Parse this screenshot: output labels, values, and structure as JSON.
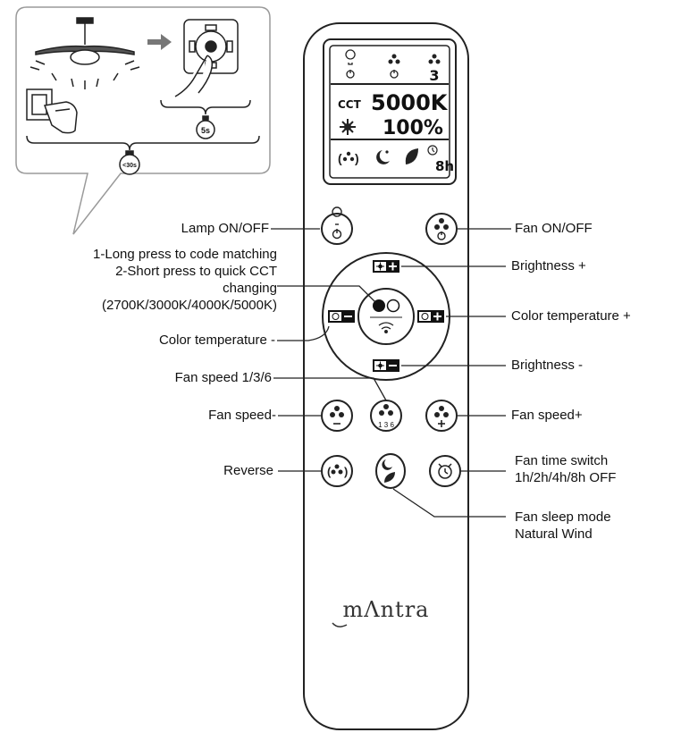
{
  "labels": {
    "lamp_onoff": "Lamp ON/OFF",
    "fan_onoff": "Fan ON/OFF",
    "code_line1": "1-Long press to code matching",
    "code_line2": "2-Short press to quick CCT",
    "code_line3": "changing",
    "code_line4": "(2700K/3000K/4000K/5000K)",
    "brightness_plus": "Brightness +",
    "color_temp_plus": "Color temperature +",
    "color_temp_minus": "Color temperature -",
    "brightness_minus": "Brightness -",
    "fan_speed_136": "Fan speed 1/3/6",
    "fan_speed_minus": "Fan speed-",
    "fan_speed_plus": "Fan speed+",
    "reverse": "Reverse",
    "fan_time_line1": "Fan time switch",
    "fan_time_line2": "1h/2h/4h/8h OFF",
    "sleep_line1": "Fan sleep mode",
    "sleep_line2": "Natural Wind"
  },
  "lcd": {
    "cct_label": "CCT",
    "cct_value": "5000K",
    "brightness_value": "100%",
    "fan_speed_digit": "3",
    "timer_value": "8h"
  },
  "inset": {
    "timer_5s": "5s",
    "timer_30s": "<30s"
  },
  "buttons": {
    "speed_136": "1 3 6"
  },
  "brand": "mΛntra",
  "colors": {
    "line": "#222222",
    "inset_border": "#9a9a9a"
  }
}
